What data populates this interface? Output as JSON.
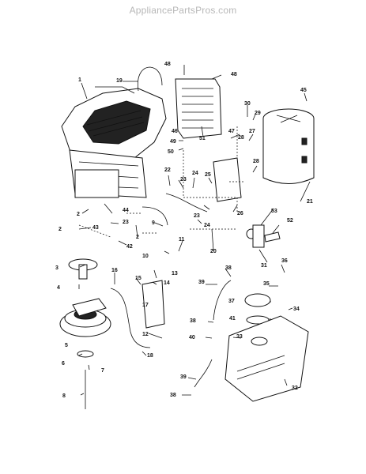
{
  "watermark": "AppliancePartsPros.com",
  "callouts": [
    "1",
    "2",
    "3",
    "4",
    "5",
    "6",
    "7",
    "8",
    "9",
    "10",
    "11",
    "12",
    "13",
    "14",
    "15",
    "16",
    "17",
    "18",
    "19",
    "20",
    "21",
    "22",
    "23",
    "24",
    "25",
    "26",
    "27",
    "28",
    "29",
    "30",
    "31",
    "32",
    "33",
    "34",
    "35",
    "36",
    "37",
    "38",
    "39",
    "40",
    "41",
    "42",
    "43",
    "44",
    "45",
    "46",
    "47",
    "48",
    "49",
    "50",
    "51",
    "52",
    "53"
  ],
  "callout_labels": {
    "p1": "1",
    "p2a": "2",
    "p2b": "2",
    "p2c": "2",
    "p3": "3",
    "p4": "4",
    "p5": "5",
    "p6": "6",
    "p7": "7",
    "p8": "8",
    "p9": "9",
    "p10": "10",
    "p11": "11",
    "p12": "12",
    "p13": "13",
    "p14": "14",
    "p15": "15",
    "p16": "16",
    "p17": "17",
    "p18": "18",
    "p19": "19",
    "p20": "20",
    "p21": "21",
    "p22": "22",
    "p23a": "23",
    "p23b": "23",
    "p24a": "24",
    "p24b": "24",
    "p25": "25",
    "p26": "26",
    "p27": "27",
    "p28a": "28",
    "p28b": "28",
    "p29": "29",
    "p30": "30",
    "p31": "31",
    "p32": "32",
    "p33": "33",
    "p34": "34",
    "p35": "35",
    "p36": "36",
    "p37": "37",
    "p38a": "38",
    "p38b": "38",
    "p38c": "38",
    "p39a": "39",
    "p39b": "39",
    "p40": "40",
    "p41": "41",
    "p42": "42",
    "p43": "43",
    "p44": "44",
    "p45": "45",
    "p46": "46",
    "p47": "47",
    "p48": "48",
    "p48b": "48",
    "p49": "49",
    "p50": "50",
    "p51": "51",
    "p52": "52",
    "p53": "53"
  }
}
